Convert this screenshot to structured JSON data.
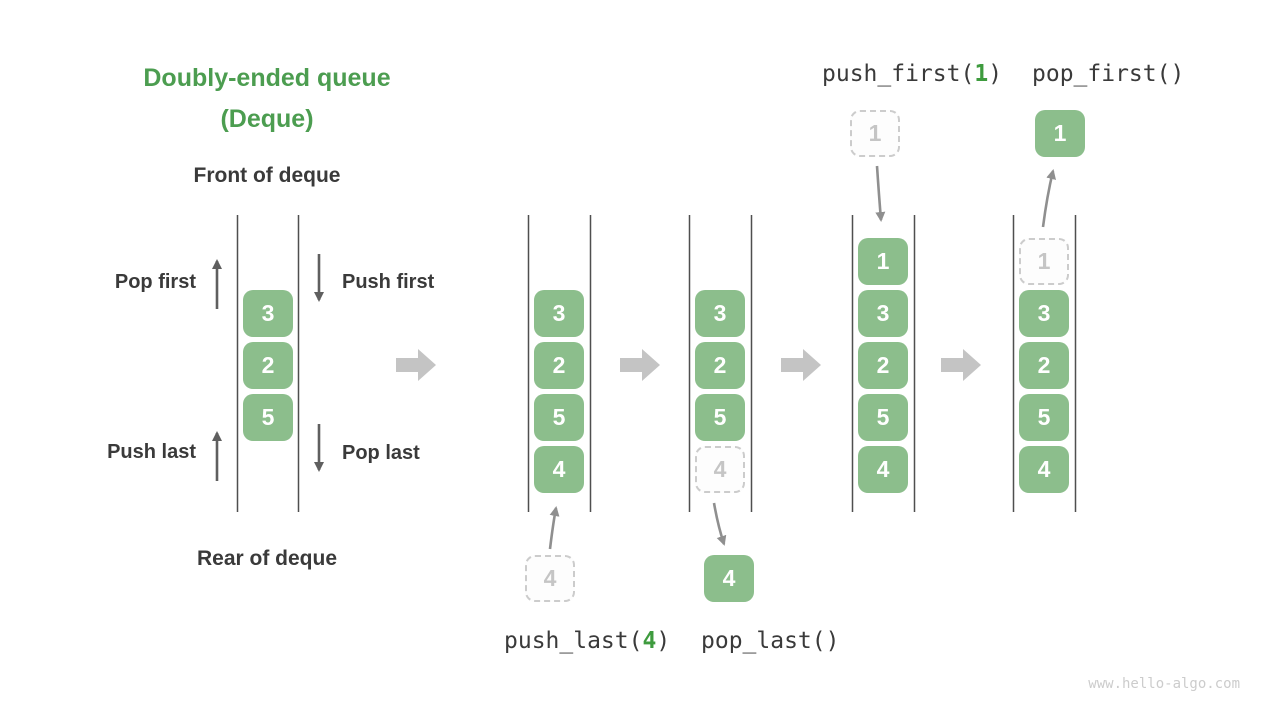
{
  "title": {
    "line1": "Doubly-ended queue",
    "line2": "(Deque)"
  },
  "side_labels": {
    "front": "Front of deque",
    "rear": "Rear of deque",
    "pop_first": "Pop first",
    "push_first": "Push first",
    "push_last": "Push last",
    "pop_last": "Pop last"
  },
  "main_deque": {
    "cells": [
      "3",
      "2",
      "5"
    ]
  },
  "states": [
    {
      "cells": [
        "3",
        "2",
        "5",
        "4"
      ],
      "source_value": "4"
    },
    {
      "cells": [
        "3",
        "2",
        "5"
      ],
      "ghost_cell": "4",
      "popped_value": "4"
    },
    {
      "cells": [
        "1",
        "3",
        "2",
        "5",
        "4"
      ],
      "source_value": "1"
    },
    {
      "cells": [
        "3",
        "2",
        "5",
        "4"
      ],
      "ghost_cell": "1",
      "popped_value": "1"
    }
  ],
  "ops": {
    "push_first": {
      "pre": "push_first(",
      "arg": "1",
      "post": ")"
    },
    "pop_first": {
      "text": "pop_first()"
    },
    "push_last": {
      "pre": "push_last(",
      "arg": "4",
      "post": ")"
    },
    "pop_last": {
      "text": "pop_last()"
    }
  },
  "watermark": "www.hello-algo.com",
  "colors": {
    "cell_green": "#8cbe8c",
    "title_green": "#4c9d50",
    "code_arg_green": "#3e9b3e",
    "text_dark": "#3a3a3a",
    "wall_gray": "#4f4f4f",
    "arrow_dark_gray": "#5f5f5f",
    "curve_arrow_gray": "#8f8f8f",
    "block_arrow_gray": "#c4c4c4",
    "ghost_border_gray": "#cccccc",
    "ghost_text_gray": "#c5c5c5",
    "watermark_gray": "#cccccc"
  }
}
